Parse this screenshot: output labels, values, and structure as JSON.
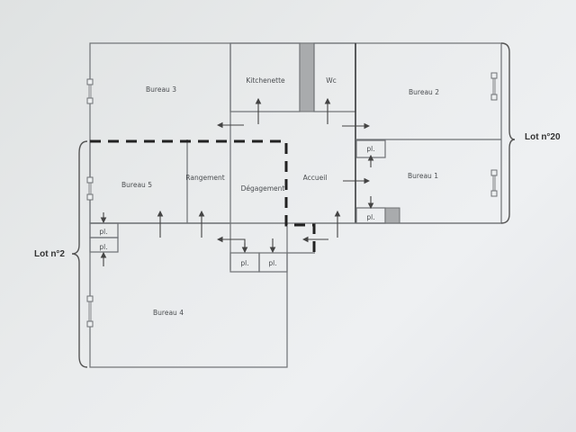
{
  "plan": {
    "rooms": [
      {
        "id": "bureau3",
        "label": "Bureau 3"
      },
      {
        "id": "kitchenette",
        "label": "Kitchenette"
      },
      {
        "id": "wc",
        "label": "Wc"
      },
      {
        "id": "bureau2",
        "label": "Bureau 2"
      },
      {
        "id": "bureau5",
        "label": "Bureau 5"
      },
      {
        "id": "rangement",
        "label": "Rangement"
      },
      {
        "id": "degagement",
        "label": "Dégagement"
      },
      {
        "id": "accueil",
        "label": "Accueil"
      },
      {
        "id": "bureau1",
        "label": "Bureau 1"
      },
      {
        "id": "bureau4",
        "label": "Bureau 4"
      }
    ],
    "closets": {
      "label": "pl.",
      "count": 6
    },
    "lots": [
      {
        "id": "lot20",
        "label": "Lot n°20"
      },
      {
        "id": "lot2",
        "label": "Lot n°2"
      }
    ],
    "colors": {
      "wall": "#6e7174",
      "lot_boundary": "#222222",
      "shaft": "#a9abad",
      "background": "#e9ebec"
    }
  }
}
